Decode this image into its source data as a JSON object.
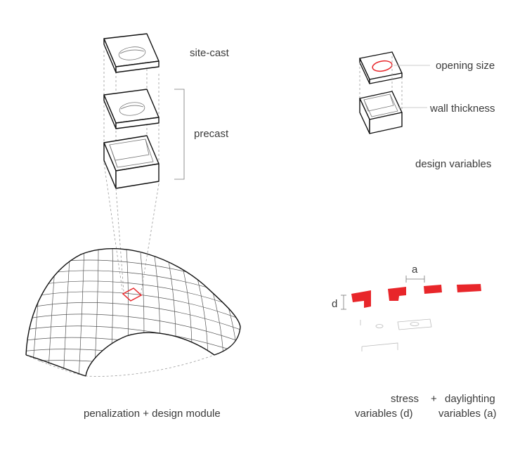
{
  "labels": {
    "site_cast": "site-cast",
    "precast": "precast",
    "opening_size": "opening size",
    "wall_thickness": "wall thickness",
    "design_variables": "design variables",
    "penalization": "penalization + design module",
    "stress_title": "stress",
    "stress_sub": "variables (d)",
    "plus": "+",
    "daylighting_title": "daylighting",
    "daylighting_sub": "variables (a)",
    "dim_a": "a",
    "dim_d": "d"
  },
  "colors": {
    "accent_red": "#e8262a",
    "outline": "#111111",
    "text": "#3a3a3a"
  }
}
